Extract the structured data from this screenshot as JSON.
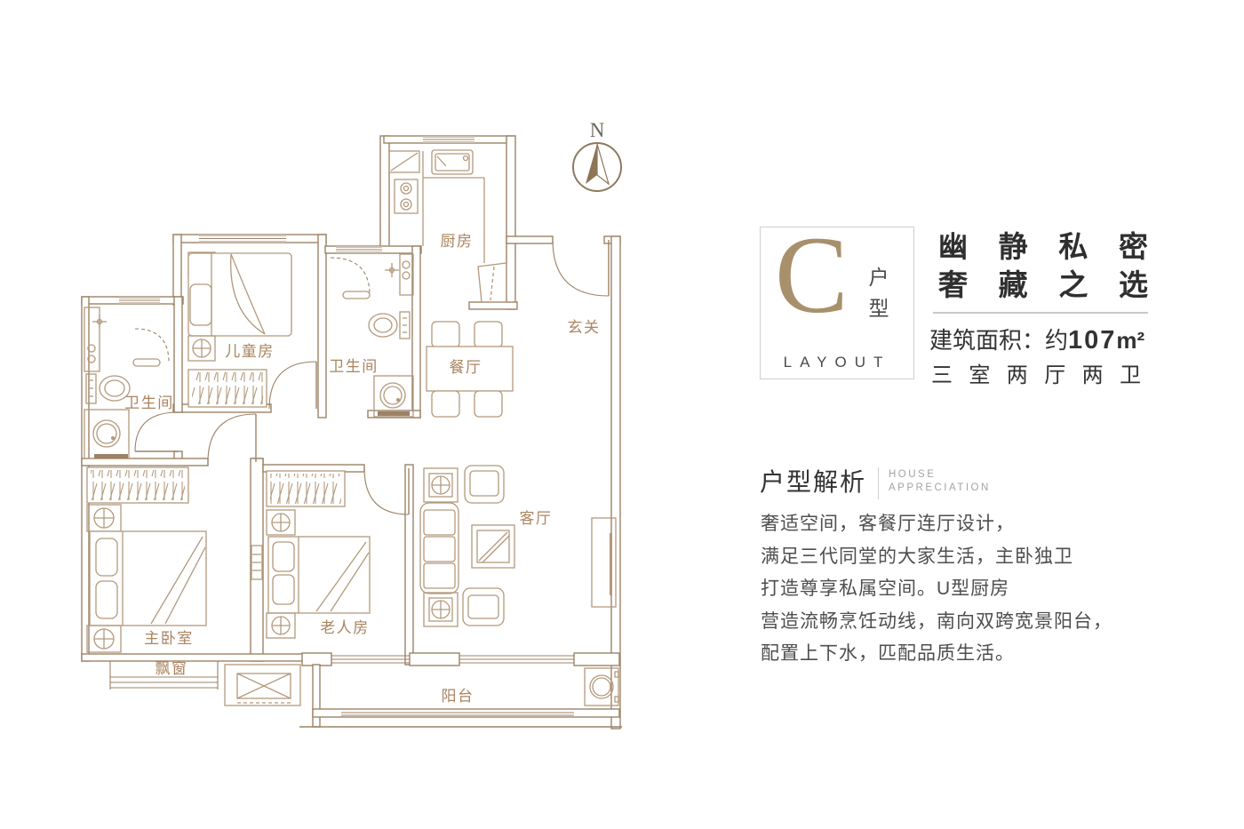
{
  "plan": {
    "north": "N",
    "labels": {
      "kitchen": "厨房",
      "foyer": "玄关",
      "dining": "餐厅",
      "kids_room": "儿童房",
      "bathroom_center": "卫生间",
      "bathroom_left": "卫生间",
      "living": "客厅",
      "master_bedroom": "主卧室",
      "elder_room": "老人房",
      "bay_window": "飘窗",
      "balcony": "阳台"
    }
  },
  "panel": {
    "unit_letter": "C",
    "unit_type": "户型",
    "layout_word": "LAYOUT",
    "slogan_line1": "幽静私密",
    "slogan_line2": "奢藏之选",
    "area_prefix": "建筑面积：约",
    "area_number": "107",
    "area_unit": "m²",
    "rooms_summary": "三室两厅两卫",
    "section_title": "户型解析",
    "section_subtitle_line1": "HOUSE",
    "section_subtitle_line2": "APPRECIATION",
    "description_lines": [
      "奢适空间，客餐厅连厅设计，",
      "满足三代同堂的大家生活，主卧独卫",
      "打造尊享私属空间。U型厨房",
      "营造流畅烹饪动线，南向双跨宽景阳台，",
      "配置上下水，匹配品质生活。"
    ]
  },
  "colors": {
    "wall_line": "#9c8266",
    "furniture_line": "#b2997c",
    "room_label": "#aa8460",
    "accent_tan": "#a8906c",
    "text_dark": "#333333",
    "text_muted": "#a3a3a3"
  }
}
